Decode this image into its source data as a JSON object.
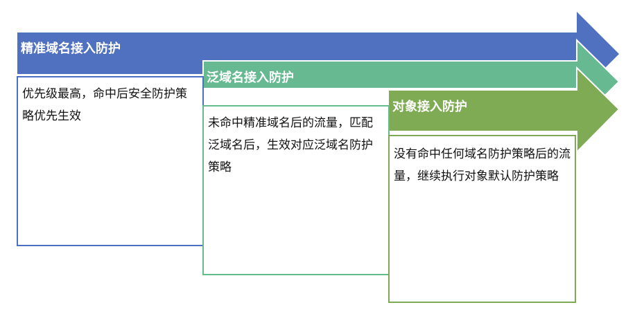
{
  "colors": {
    "blue": "#5070c0",
    "green": "#66b990",
    "olive": "#7fab55"
  },
  "stages": [
    {
      "title": "精准域名接入防护",
      "description": "优先级最高，命中后安全防护策略优先生效"
    },
    {
      "title": "泛域名接入防护",
      "description": "未命中精准域名后的流量，匹配泛域名后，生效对应泛域名防护策略"
    },
    {
      "title": "对象接入防护",
      "description": "没有命中任何域名防护策略后的流量，继续执行对象默认防护策略"
    }
  ]
}
